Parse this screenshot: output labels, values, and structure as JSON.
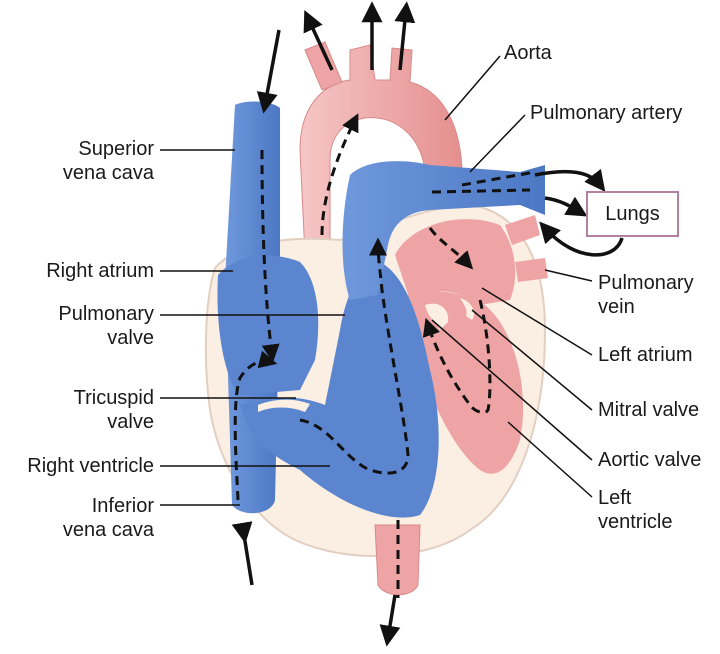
{
  "colors": {
    "deoxygenated": "#5b86cf",
    "oxygenated": "#eea4a4",
    "pericardium": "#fbeee3",
    "outline": "#e3cfc2",
    "flow": "#111111",
    "lungs_border": "#b3809f"
  },
  "labels": {
    "superior_vena_cava": "Superior\nvena cava",
    "right_atrium": "Right atrium",
    "pulmonary_valve": "Pulmonary\nvalve",
    "tricuspid_valve": "Tricuspid\nvalve",
    "right_ventricle": "Right ventricle",
    "inferior_vena_cava": "Inferior\nvena cava",
    "aorta": "Aorta",
    "pulmonary_artery": "Pulmonary artery",
    "lungs": "Lungs",
    "pulmonary_vein": "Pulmonary\nvein",
    "left_atrium": "Left atrium",
    "mitral_valve": "Mitral valve",
    "aortic_valve": "Aortic valve",
    "left_ventricle": "Left\nventricle"
  }
}
